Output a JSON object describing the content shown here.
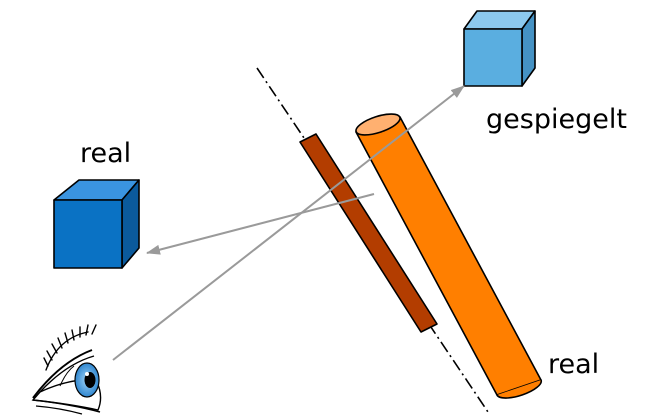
{
  "labels": {
    "real_cube": "real",
    "mirrored_cube": "gespiegelt",
    "real_cylinder": "real"
  },
  "colors": {
    "real_cube_front": "#0a72c4",
    "real_cube_top": "#3a94e0",
    "real_cube_side": "#0b5a9c",
    "mirrored_cube_front": "#5aaee0",
    "mirrored_cube_top": "#8cc9ee",
    "mirrored_cube_side": "#4592c4",
    "cylinder_body": "#ff7f00",
    "cylinder_top": "#ffb070",
    "mirror_plate": "#b33d00",
    "ray": "#9a9a9a",
    "eye_iris": "#3b9be0"
  }
}
